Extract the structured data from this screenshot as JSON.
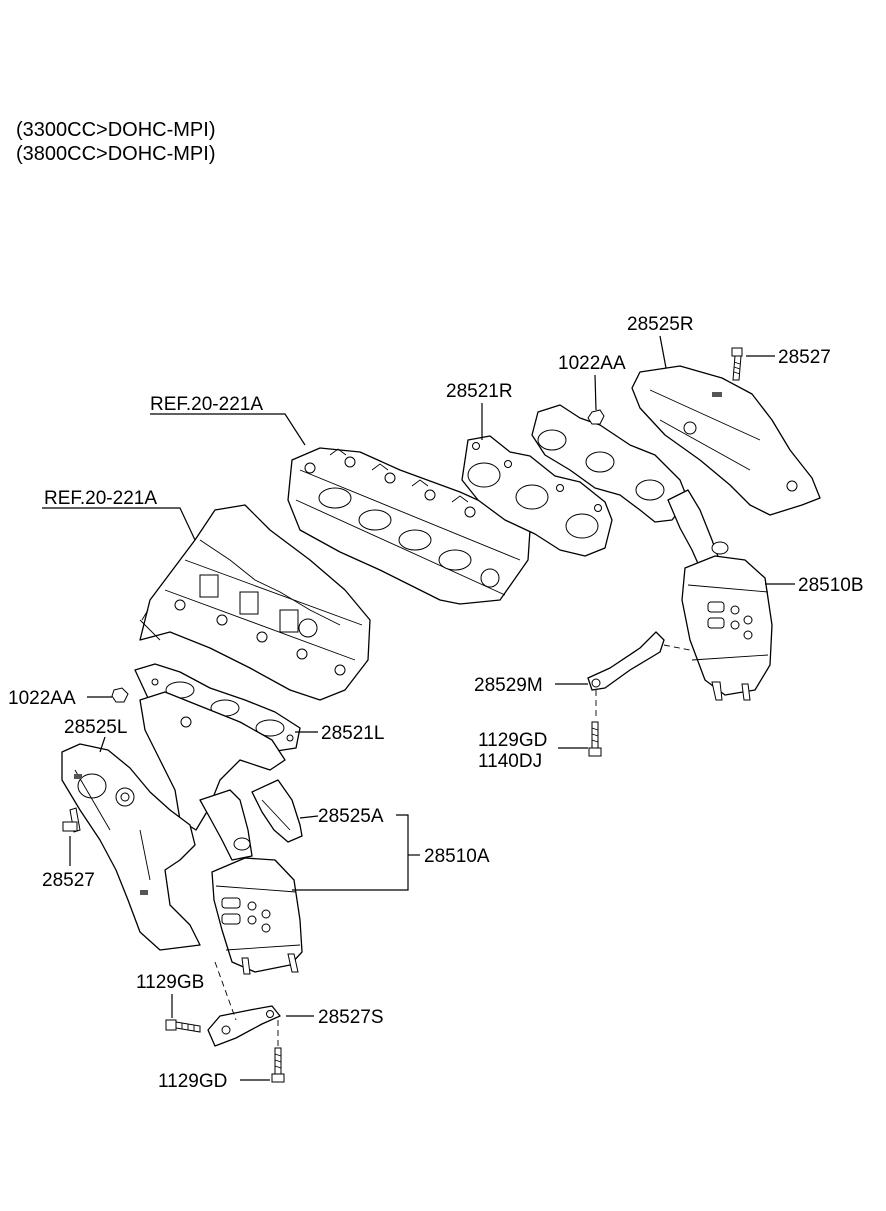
{
  "header": {
    "line1": "(3300CC>DOHC-MPI)",
    "line2": "(3800CC>DOHC-MPI)"
  },
  "labels": {
    "heat_shield_r": "28525R",
    "bolt_r": "28527",
    "nut_r": "1022AA",
    "gasket_r": "28521R",
    "ref_upper": "REF.20-221A",
    "ref_lower": "REF.20-221A",
    "converter_b": "28510B",
    "bracket_m": "28529M",
    "bolt_gd_r": "1129GD",
    "bolt_dj_r": "1140DJ",
    "nut_l": "1022AA",
    "heat_shield_l": "28525L",
    "gasket_l": "28521L",
    "shield_a": "28525A",
    "converter_a": "28510A",
    "bolt_l": "28527",
    "bolt_gb": "1129GB",
    "bracket_s": "28527S",
    "bolt_gd_l": "1129GD"
  }
}
